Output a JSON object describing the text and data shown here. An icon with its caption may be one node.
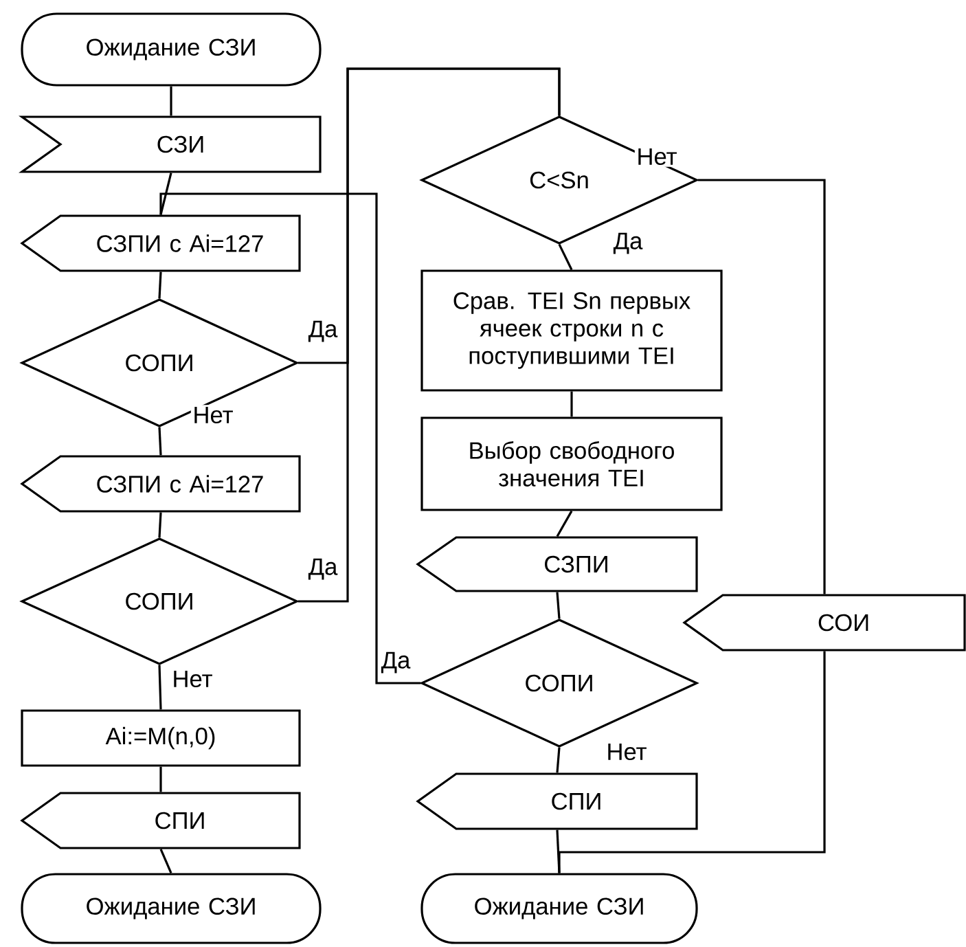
{
  "diagram": {
    "nodes": [
      {
        "text": [
          "Ожидание СЗИ"
        ]
      },
      {
        "text": [
          "СЗИ"
        ]
      },
      {
        "text": [
          "СЗПИ с Ai=127"
        ]
      },
      {
        "text": [
          "СОПИ"
        ]
      },
      {
        "text": [
          "СЗПИ с Ai=127"
        ]
      },
      {
        "text": [
          "СОПИ"
        ]
      },
      {
        "text": [
          "Ai:=M(n,0)"
        ]
      },
      {
        "text": [
          "СПИ"
        ]
      },
      {
        "text": [
          "Ожидание СЗИ"
        ]
      },
      {
        "text": [
          "C<Sn"
        ]
      },
      {
        "text": [
          "Срав. TEI Sn первых ячеек строки n с поступившими TEI"
        ]
      },
      {
        "text": [
          "Выбор свободного значения TEI"
        ]
      },
      {
        "text": [
          "СЗПИ"
        ]
      },
      {
        "text": [
          "СОПИ"
        ]
      },
      {
        "text": [
          "СПИ"
        ]
      },
      {
        "text": [
          "Ожидание СЗИ"
        ]
      },
      {
        "text": [
          "СОИ"
        ]
      }
    ],
    "edges": [
      {
        "from": 0,
        "to": 1,
        "arrow": "none"
      },
      {
        "from": 1,
        "to": 2,
        "arrow": "none"
      },
      {
        "from": 2,
        "to": 3,
        "arrow": "none"
      },
      {
        "from": 3,
        "to": 4,
        "arrow": "none",
        "label": "Нет"
      },
      {
        "from": 4,
        "to": 5,
        "arrow": "none"
      },
      {
        "from": 5,
        "to": 6,
        "arrow": "none",
        "label": "Нет"
      },
      {
        "from": 6,
        "to": 7,
        "arrow": "none"
      },
      {
        "from": 7,
        "to": 8,
        "arrow": "none"
      },
      {
        "from": 3,
        "to": 9,
        "arrow": "none",
        "label": "Да"
      },
      {
        "from": 5,
        "to": 9,
        "arrow": "none",
        "label": "Да"
      },
      {
        "from": 9,
        "to": 10,
        "arrow": "none",
        "label": "Да"
      },
      {
        "from": 9,
        "to": 16,
        "arrow": "none",
        "label": "Нет"
      },
      {
        "from": 10,
        "to": 11,
        "arrow": "none"
      },
      {
        "from": 11,
        "to": 12,
        "arrow": "none"
      },
      {
        "from": 12,
        "to": 13,
        "arrow": "none"
      },
      {
        "from": 13,
        "to": 2,
        "arrow": "none",
        "label": "Да"
      },
      {
        "from": 13,
        "to": 14,
        "arrow": "none",
        "label": "Нет"
      },
      {
        "from": 14,
        "to": 15,
        "arrow": "none"
      },
      {
        "from": 16,
        "to": 15,
        "arrow": "none"
      }
    ]
  }
}
